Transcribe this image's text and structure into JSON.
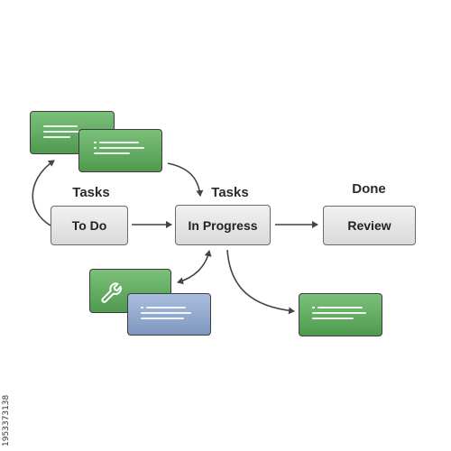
{
  "labels": {
    "todo_header": "Tasks",
    "progress_header": "Tasks",
    "review_header": "Done"
  },
  "nodes": {
    "todo": "To Do",
    "in_progress": "In Progress",
    "review": "Review"
  },
  "stock_id": "1953373138",
  "colors": {
    "card_green": "#5fa85e",
    "card_blue": "#8ea5cc",
    "node_fill": "#e6e6e6",
    "arrow": "#444444"
  },
  "icons": {
    "tool_card": "wrench-icon"
  }
}
